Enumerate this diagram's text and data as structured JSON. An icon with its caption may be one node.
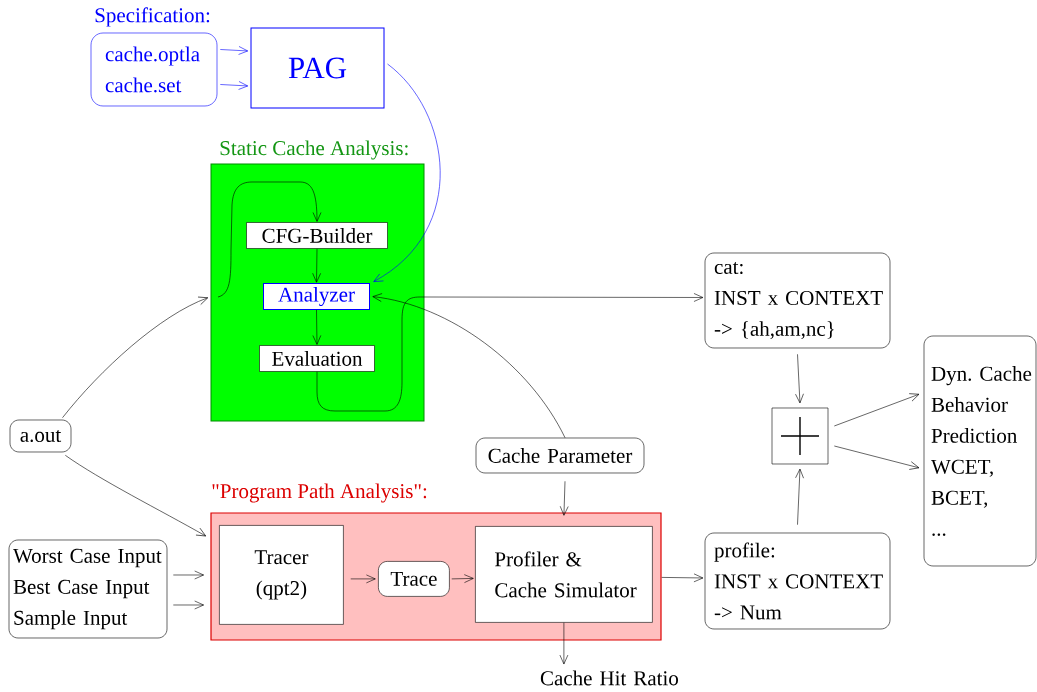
{
  "diagram": {
    "nodes": [
      {
        "text": [
          "Specification:",
          "cache.optla",
          "cache.set"
        ]
      },
      {
        "text": [
          "PAG"
        ]
      },
      {
        "text": [
          "Static Cache Analysis:"
        ]
      },
      {
        "text": [
          "CFG-Builder"
        ],
        "in": 2
      },
      {
        "text": [
          "Analyzer"
        ],
        "in": 2
      },
      {
        "text": [
          "Evaluation"
        ],
        "in": 2
      },
      {
        "text": [
          "cat:",
          "INST x CONTEXT",
          "-> {ah,am,nc}"
        ]
      },
      {
        "text": [
          "Dyn. Cache",
          "Behavior",
          "Prediction",
          "WCET,",
          "BCET,",
          "..."
        ]
      },
      {
        "text": [],
        "shape": "box"
      },
      {
        "text": [
          "a.out"
        ]
      },
      {
        "text": [
          "Cache Parameter"
        ]
      },
      {
        "text": [
          "\"Program Path Analysis\":"
        ]
      },
      {
        "text": [
          "Tracer",
          "(qpt2)"
        ],
        "in": 11
      },
      {
        "text": [
          "Trace"
        ],
        "in": 11
      },
      {
        "text": [
          "Profiler &",
          "Cache Simulator"
        ],
        "in": 11
      },
      {
        "text": [
          "Worst Case Input",
          "Best Case Input",
          "Sample Input"
        ]
      },
      {
        "text": [
          "profile:",
          "INST x CONTEXT",
          "-> Num"
        ]
      },
      {
        "text": [
          "Cache Hit Ratio"
        ]
      }
    ],
    "edges": [
      {
        "from": 0,
        "to": 1,
        "arrow": "to",
        "color": "#0000ff"
      },
      {
        "from": 0,
        "to": 1,
        "arrow": "to",
        "color": "#0000ff"
      },
      {
        "from": 1,
        "to": 4,
        "arrow": "to",
        "color": "#0000ff"
      },
      {
        "from": 3,
        "to": 4,
        "arrow": "to"
      },
      {
        "from": 4,
        "to": 5,
        "arrow": "to"
      },
      {
        "from": null,
        "to": 3,
        "arrow": "to"
      },
      {
        "from": 9,
        "to": 2,
        "arrow": "to"
      },
      {
        "from": 5,
        "to": 6,
        "arrow": "to"
      },
      {
        "from": 10,
        "to": 4,
        "arrow": "to"
      },
      {
        "from": 9,
        "to": 11,
        "arrow": "to"
      },
      {
        "from": 15,
        "to": 11,
        "arrow": "to"
      },
      {
        "from": 15,
        "to": 11,
        "arrow": "to"
      },
      {
        "from": 12,
        "to": 13,
        "arrow": "to"
      },
      {
        "from": 13,
        "to": 14,
        "arrow": "to"
      },
      {
        "from": 10,
        "to": 14,
        "arrow": "to"
      },
      {
        "from": 14,
        "to": 16,
        "arrow": "to"
      },
      {
        "from": 14,
        "to": 17,
        "arrow": "to"
      },
      {
        "from": 6,
        "to": 8,
        "arrow": "to"
      },
      {
        "from": 16,
        "to": 8,
        "arrow": "to"
      },
      {
        "from": 8,
        "to": 7,
        "arrow": "to"
      },
      {
        "from": 8,
        "to": 7,
        "arrow": "to"
      }
    ]
  }
}
